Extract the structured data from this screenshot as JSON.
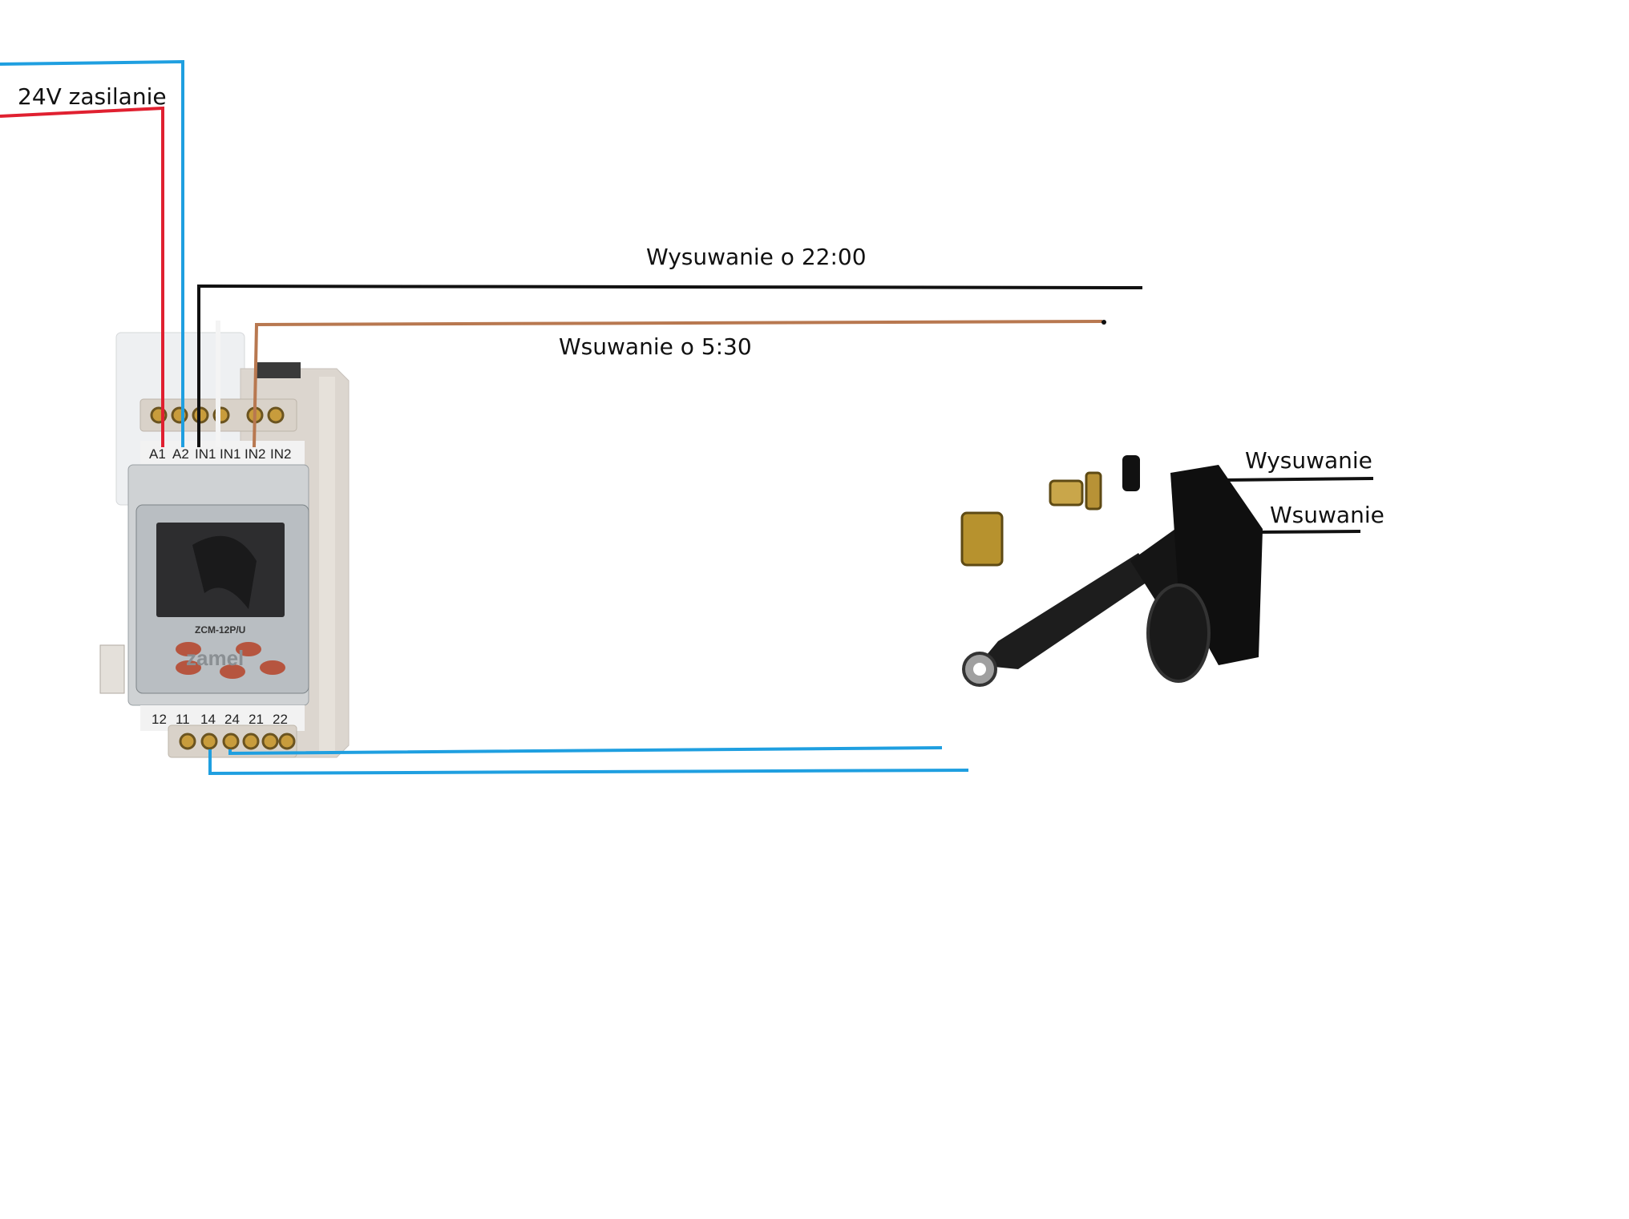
{
  "labels": {
    "power": "24V zasilanie",
    "extend_time": "Wysuwanie o 22:00",
    "retract_time": "Wsuwanie o 5:30",
    "actuator_extend": "Wysuwanie",
    "actuator_retract": "Wsuwanie"
  },
  "timer": {
    "model": "ZCM-12P/U",
    "brand": "zamel",
    "top_terminals": [
      "A1",
      "A2",
      "IN1",
      "IN1",
      "IN2",
      "IN2"
    ],
    "bottom_terminals": [
      "12",
      "11",
      "14",
      "24",
      "21",
      "22"
    ]
  },
  "wire_colors": {
    "power_positive": "#e02030",
    "power_negative": "#1f9fe0",
    "extend_signal": "#111111",
    "retract_signal": "#b87850",
    "motor_leads": "#1f9fe0"
  },
  "icons": {
    "timer": "din-rail-timer-icon",
    "actuator": "linear-actuator-icon"
  }
}
